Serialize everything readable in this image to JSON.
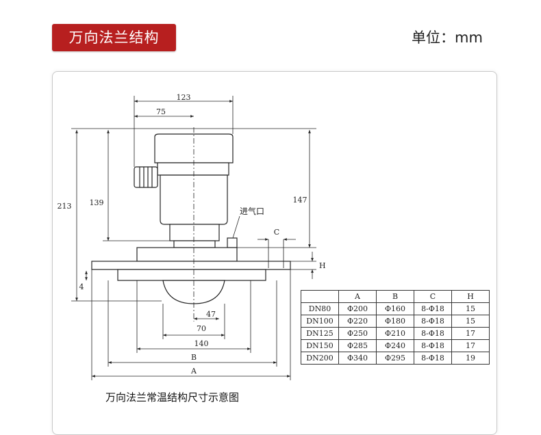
{
  "header": {
    "title": "万向法兰结构",
    "unit": "单位：mm"
  },
  "drawing": {
    "dimensions": {
      "d123": "123",
      "d75": "75",
      "d213": "213",
      "d139": "139",
      "d147": "147",
      "dC": "C",
      "dH": "H",
      "d4": "4",
      "d47": "47",
      "d70": "70",
      "d140": "140",
      "dB": "B",
      "dA": "A"
    },
    "callouts": {
      "inlet": "进气口"
    }
  },
  "caption": "万向法兰常温结构尺寸示意图",
  "spec_table": {
    "headers": [
      "",
      "A",
      "B",
      "C",
      "H"
    ],
    "rows": [
      [
        "DN80",
        "Φ200",
        "Φ160",
        "8-Φ18",
        "15"
      ],
      [
        "DN100",
        "Φ220",
        "Φ180",
        "8-Φ18",
        "15"
      ],
      [
        "DN125",
        "Φ250",
        "Φ210",
        "8-Φ18",
        "17"
      ],
      [
        "DN150",
        "Φ285",
        "Φ240",
        "8-Φ18",
        "17"
      ],
      [
        "DN200",
        "Φ340",
        "Φ295",
        "8-Φ18",
        "19"
      ]
    ]
  }
}
